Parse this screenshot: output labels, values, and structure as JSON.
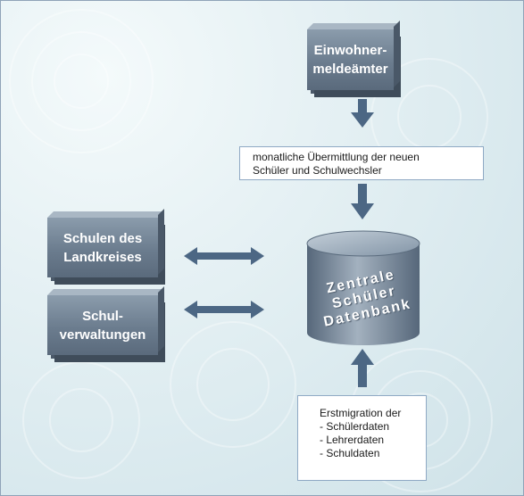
{
  "sources": {
    "einwohner": "Einwohner-\nmeldeämter",
    "schulen": "Schulen des\nLandkreises",
    "verwaltungen": "Schul-\nverwaltungen"
  },
  "transfer_note": {
    "line1": "monatliche Übermittlung der neuen",
    "line2": "Schüler und Schulwechsler"
  },
  "database": {
    "line1": "Zentrale",
    "line2": "Schüler",
    "line3": "Datenbank"
  },
  "migration_note": {
    "title": "Erstmigration der",
    "items": [
      "- Schülerdaten",
      "- Lehrerdaten",
      "- Schuldaten"
    ]
  },
  "colors": {
    "box_face": "#6b7c8e",
    "arrow": "#4c6784",
    "note_border": "#8fa9c4"
  }
}
